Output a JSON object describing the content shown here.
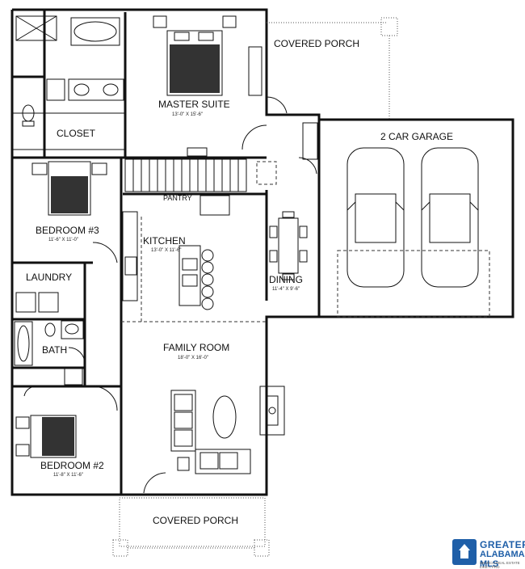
{
  "rooms": {
    "master_suite": {
      "name": "MASTER SUITE",
      "dims": "13'-0\" X 15'-6\""
    },
    "closet": {
      "name": "CLOSET"
    },
    "garage": {
      "name": "2 CAR GARAGE"
    },
    "covered_porch_top": {
      "name": "COVERED PORCH"
    },
    "bedroom3": {
      "name": "BEDROOM #3",
      "dims": "11'-6\" X 11'-0\""
    },
    "pantry": {
      "name": "PANTRY"
    },
    "kitchen": {
      "name": "KITCHEN",
      "dims": "13'-0\" X 11'-6\""
    },
    "dining": {
      "name": "DINING",
      "dims": "11'-4\" X 9'-6\""
    },
    "laundry": {
      "name": "LAUNDRY"
    },
    "bath": {
      "name": "BATH"
    },
    "family_room": {
      "name": "FAMILY ROOM",
      "dims": "18'-0\" X 16'-0\""
    },
    "bedroom2": {
      "name": "BEDROOM #2",
      "dims": "11'-8\" X 11'-6\""
    },
    "covered_porch_bottom": {
      "name": "COVERED PORCH"
    }
  },
  "logo": {
    "line1": "GREATER",
    "line2": "ALABAMA MLS",
    "tagline": "SEARCH REAL ESTATE LIKE A PRO"
  }
}
